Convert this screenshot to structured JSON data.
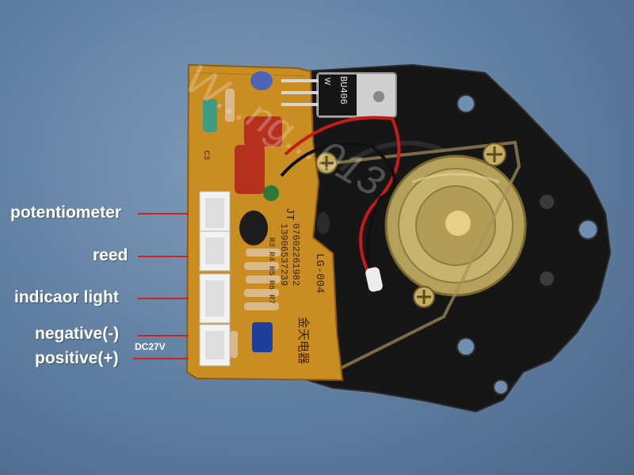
{
  "watermark": "W...ng...013",
  "pcb": {
    "model": "LG-004",
    "brand": "JT",
    "phone": "13906537239",
    "date": "07602261982",
    "resistors": "R3 R4 R5 R6 R7",
    "capacitor": "C3",
    "reg_ic": "BU406",
    "reg_ic_sub": "W",
    "chinese_text": "金天电器"
  },
  "labels": {
    "potentiometer": "potentiometer",
    "reed": "reed",
    "indicator_light": "indicaor light",
    "negative": "negative(-)",
    "dc_voltage": "DC27V",
    "positive": "positive(+)"
  },
  "colors": {
    "label_text": "#ffffff",
    "pointer_line": "#d0211c",
    "background": "#6f8eb0",
    "pcb": "#c98d22",
    "housing": "#141414"
  }
}
